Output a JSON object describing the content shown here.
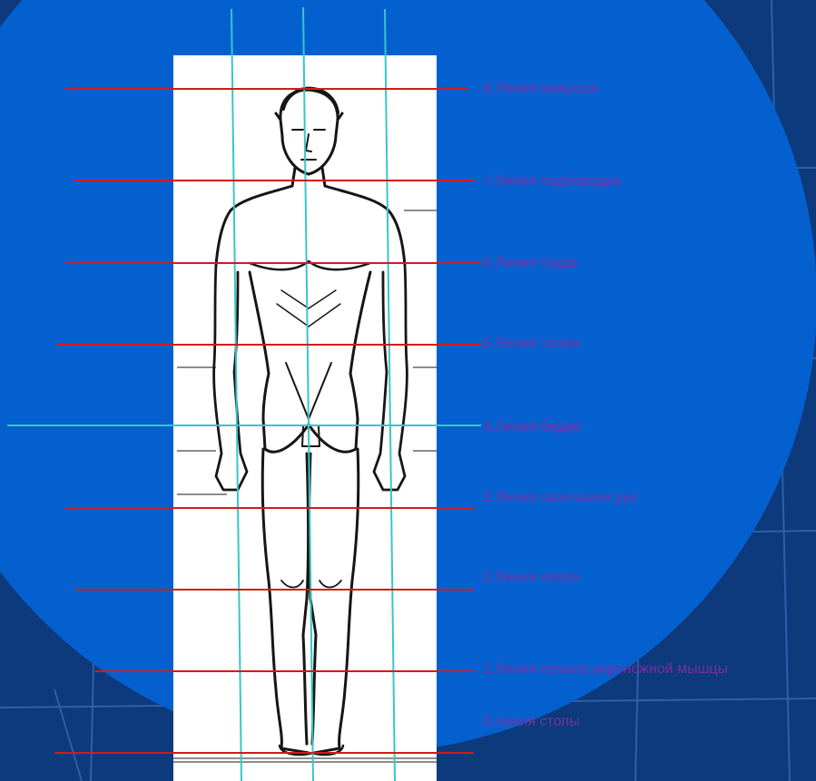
{
  "colors": {
    "background_outer": "#0c3a7c",
    "background_circle": "#0560cf",
    "paper": "#ffffff",
    "sketch": "#161616",
    "horizontal_line": "#d21a1a",
    "vertical_line": "#38c6c8",
    "label_text": "#7a2fa0"
  },
  "figure": {
    "icon": "human-figure-sketch-icon"
  },
  "proportion_lines": [
    {
      "id": "8",
      "label": "8.Линия макушки"
    },
    {
      "id": "7",
      "label": "7.Линия подбородка"
    },
    {
      "id": "6",
      "label": "6.Линия груди"
    },
    {
      "id": "5",
      "label": "5.Линия талии"
    },
    {
      "id": "4",
      "label": "4.Линия бедер"
    },
    {
      "id": "3",
      "label": "3.Линия окончания рук"
    },
    {
      "id": "2",
      "label": "2.Линия колен"
    },
    {
      "id": "1",
      "label": "1.Линия  начала икроножной мышцы"
    },
    {
      "id": "0",
      "label": "0.линия стопы"
    }
  ]
}
